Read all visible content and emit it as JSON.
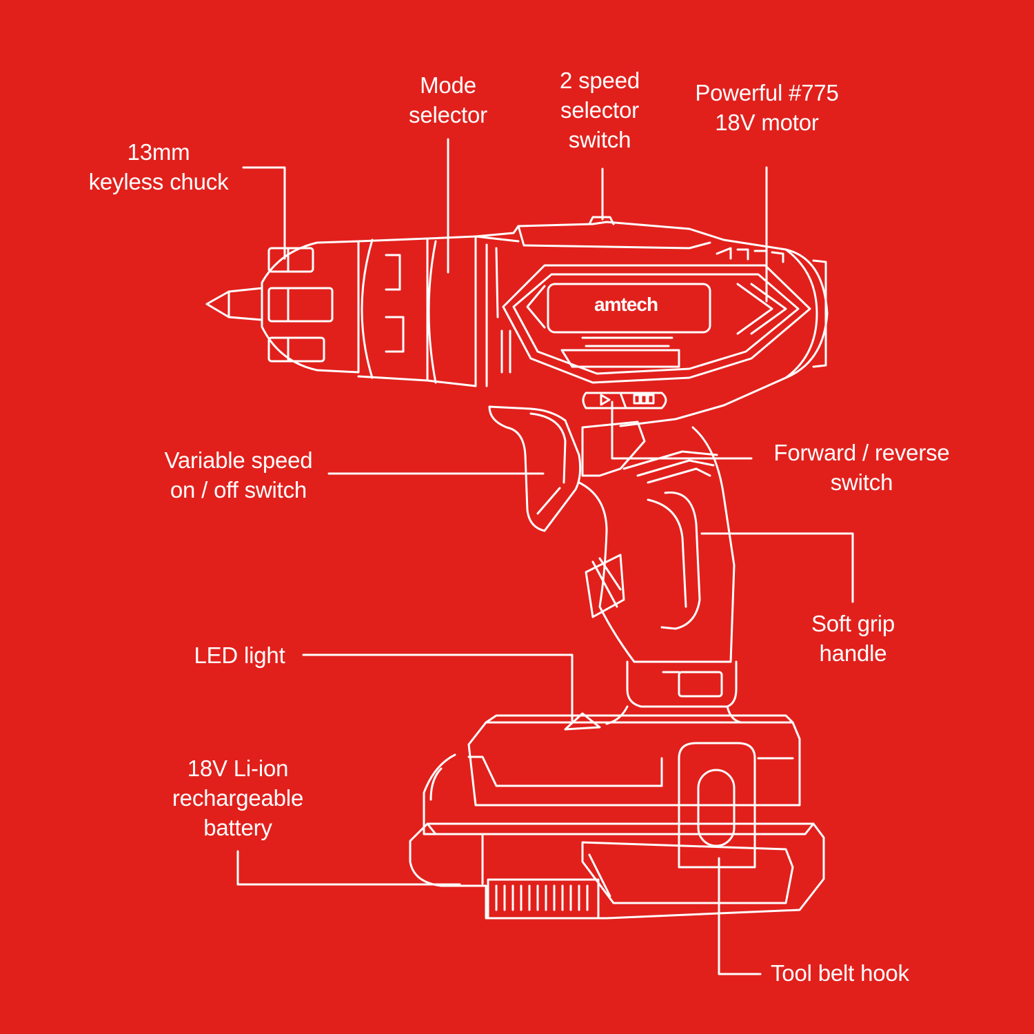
{
  "colors": {
    "background": "#e1201c",
    "line": "#ffffff"
  },
  "brand": "amtech",
  "callouts": {
    "chuck": "13mm\nkeyless chuck",
    "mode": "Mode\nselector",
    "speed": "2 speed\nselector\nswitch",
    "motor": "Powerful #775\n18V motor",
    "trigger": "Variable speed\non / off switch",
    "fwdrev": "Forward / reverse\nswitch",
    "grip": "Soft grip\nhandle",
    "led": "LED light",
    "battery": "18V Li-ion\nrechargeable\nbattery",
    "hook": "Tool belt hook"
  }
}
